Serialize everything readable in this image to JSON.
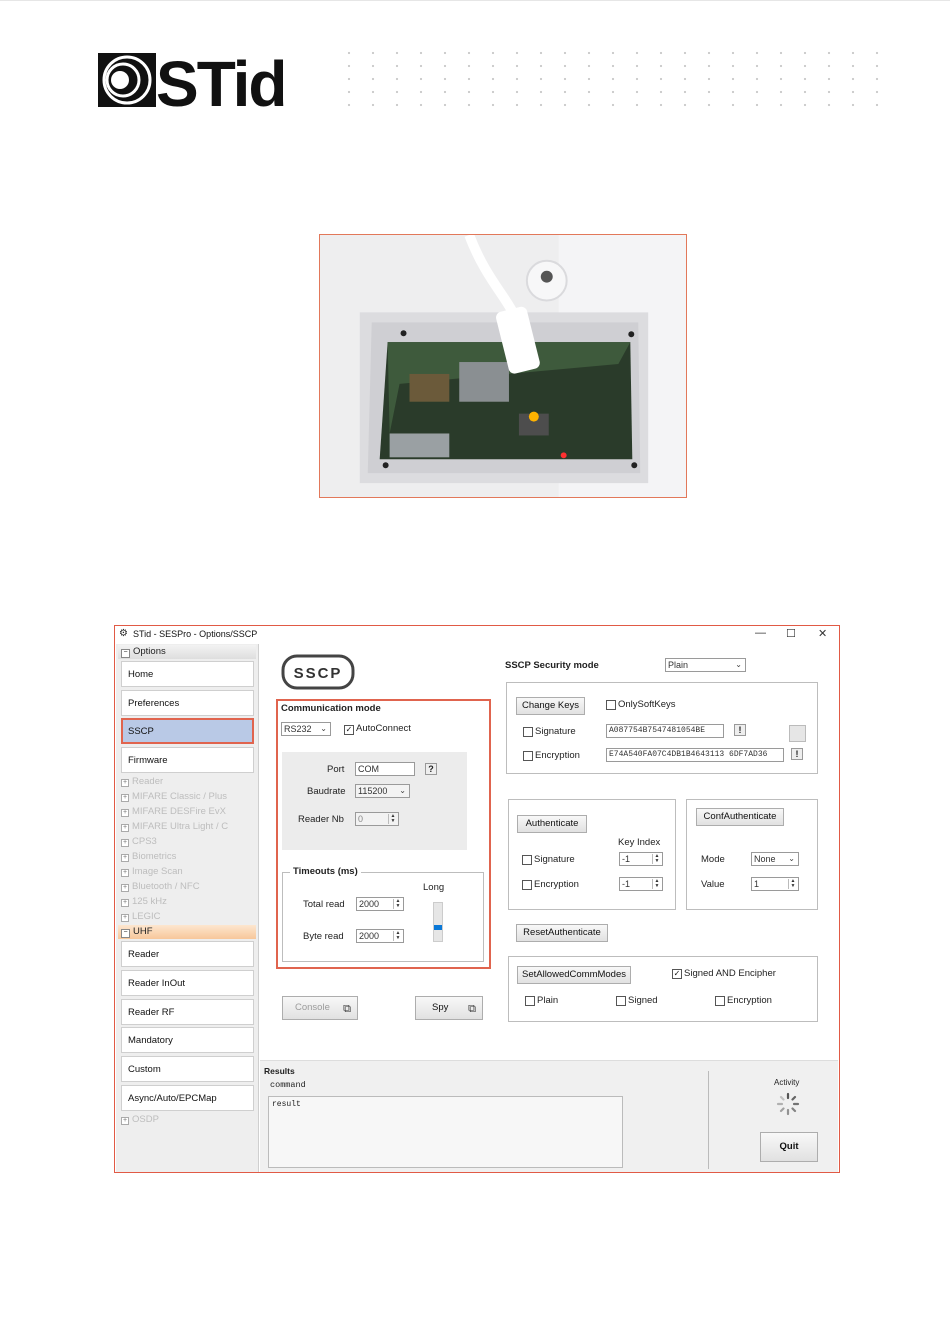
{
  "logo": {
    "text": "STid"
  },
  "window": {
    "title": "STid - SESPro - Options/SSCP",
    "minimize": "—",
    "maximize": "☐",
    "close": "✕"
  },
  "sidebar": {
    "options_group": "Options",
    "options_items": [
      "Home",
      "Preferences",
      "SSCP",
      "Firmware"
    ],
    "selected": "SSCP",
    "collapsed_groups": [
      "Reader",
      "MIFARE Classic / Plus",
      "MIFARE DESFire EvX",
      "MIFARE Ultra Light / C",
      "CPS3",
      "Biometrics",
      "Image Scan",
      "Bluetooth / NFC",
      "125 kHz",
      "LEGIC"
    ],
    "uhf_group": "UHF",
    "uhf_items": [
      "Reader",
      "Reader InOut",
      "Reader RF",
      "Mandatory",
      "Custom",
      "Async/Auto/EPCMap"
    ],
    "osdp_group": "OSDP"
  },
  "sscp_logo": "SSCP",
  "comm": {
    "title": "Communication mode",
    "mode": "RS232",
    "autoconnect_label": "AutoConnect",
    "port_label": "Port",
    "port_value": "COM",
    "help": "?",
    "baud_label": "Baudrate",
    "baud_value": "115200",
    "readernb_label": "Reader Nb",
    "readernb_value": "0",
    "timeouts_title": "Timeouts (ms)",
    "long_label": "Long",
    "total_label": "Total read",
    "total_value": "2000",
    "byte_label": "Byte read",
    "byte_value": "2000"
  },
  "buttons": {
    "console": "Console",
    "spy": "Spy"
  },
  "security": {
    "title": "SSCP Security mode",
    "mode": "Plain",
    "change_keys": "Change Keys",
    "onlysoftkeys": "OnlySoftKeys",
    "signature_label": "Signature",
    "signature_value": "A087754B7547481054BE",
    "encryption_label": "Encryption",
    "encryption_value": "E74A540FA07C4DB1B4643113 6DF7AD36",
    "excl": "!"
  },
  "auth": {
    "authenticate": "Authenticate",
    "key_index": "Key Index",
    "signature_label": "Signature",
    "signature_idx": "-1",
    "encryption_label": "Encryption",
    "encryption_idx": "-1",
    "confauthenticate": "ConfAuthenticate",
    "mode_label": "Mode",
    "mode_value": "None",
    "value_label": "Value",
    "value_value": "1",
    "reset": "ResetAuthenticate",
    "setallowed": "SetAllowedCommModes",
    "signed_enc": "Signed AND Encipher",
    "plain": "Plain",
    "signed": "Signed",
    "encryption": "Encryption"
  },
  "results": {
    "title": "Results",
    "command": "command",
    "result": "result",
    "activity": "Activity",
    "quit": "Quit"
  }
}
